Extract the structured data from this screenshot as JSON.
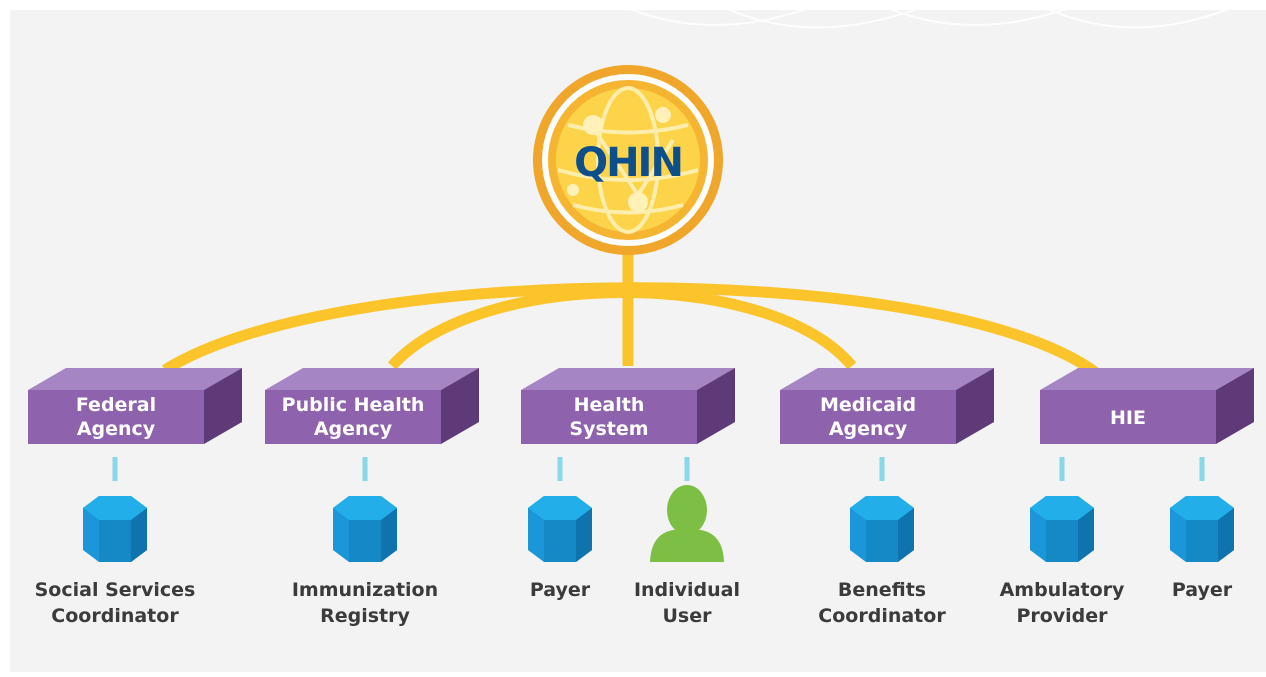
{
  "hub": {
    "label": "QHIN"
  },
  "participants": [
    {
      "label_lines": [
        "Federal",
        "Agency"
      ]
    },
    {
      "label_lines": [
        "Public Health",
        "Agency"
      ]
    },
    {
      "label_lines": [
        "Health",
        "System"
      ]
    },
    {
      "label_lines": [
        "Medicaid",
        "Agency"
      ]
    },
    {
      "label_lines": [
        "HIE"
      ]
    }
  ],
  "endpoints": [
    {
      "label_lines": [
        "Social Services",
        "Coordinator"
      ],
      "icon": "database-icon"
    },
    {
      "label_lines": [
        "Immunization",
        "Registry"
      ],
      "icon": "database-icon"
    },
    {
      "label_lines": [
        "Payer"
      ],
      "icon": "database-icon"
    },
    {
      "label_lines": [
        "Individual",
        "User"
      ],
      "icon": "person-icon"
    },
    {
      "label_lines": [
        "Benefits",
        "Coordinator"
      ],
      "icon": "database-icon"
    },
    {
      "label_lines": [
        "Ambulatory",
        "Provider"
      ],
      "icon": "database-icon"
    },
    {
      "label_lines": [
        "Payer"
      ],
      "icon": "database-icon"
    }
  ],
  "colors": {
    "background": "#f3f3f3",
    "box_front": "#8e62ad",
    "box_top": "#a585c3",
    "box_side": "#5e3a78",
    "connector": "#fcc42b",
    "hub_ring": "#f0a62a",
    "hub_fill": "#fdd34a",
    "hub_text": "#0d4f8b",
    "dash": "#8ad7ea",
    "database": "#1a96d9",
    "person": "#7dbf45",
    "label_text": "#3b3b3b"
  }
}
